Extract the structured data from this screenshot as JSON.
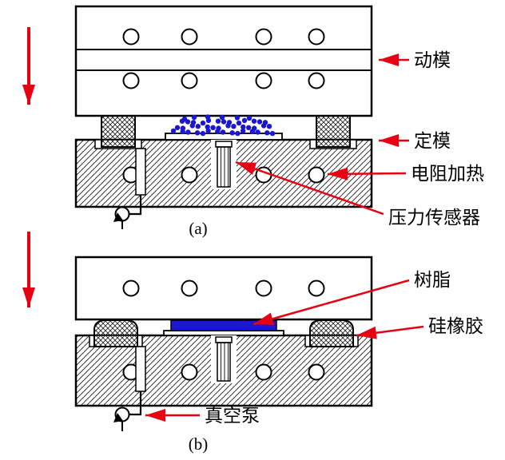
{
  "figure": {
    "captions": {
      "a": "(a)",
      "b": "(b)"
    },
    "labels": {
      "moving_mold": "动模",
      "fixed_mold": "定模",
      "resistance_heating": "电阻加热",
      "pressure_sensor": "压力传感器",
      "resin": "树脂",
      "silicone_rubber": "硅橡胶",
      "vacuum_pump": "真空泵"
    },
    "colors": {
      "arrow_red": "#e60012",
      "resin_blue": "#1a16d2",
      "ink": "#000000",
      "background": "#ffffff"
    }
  }
}
